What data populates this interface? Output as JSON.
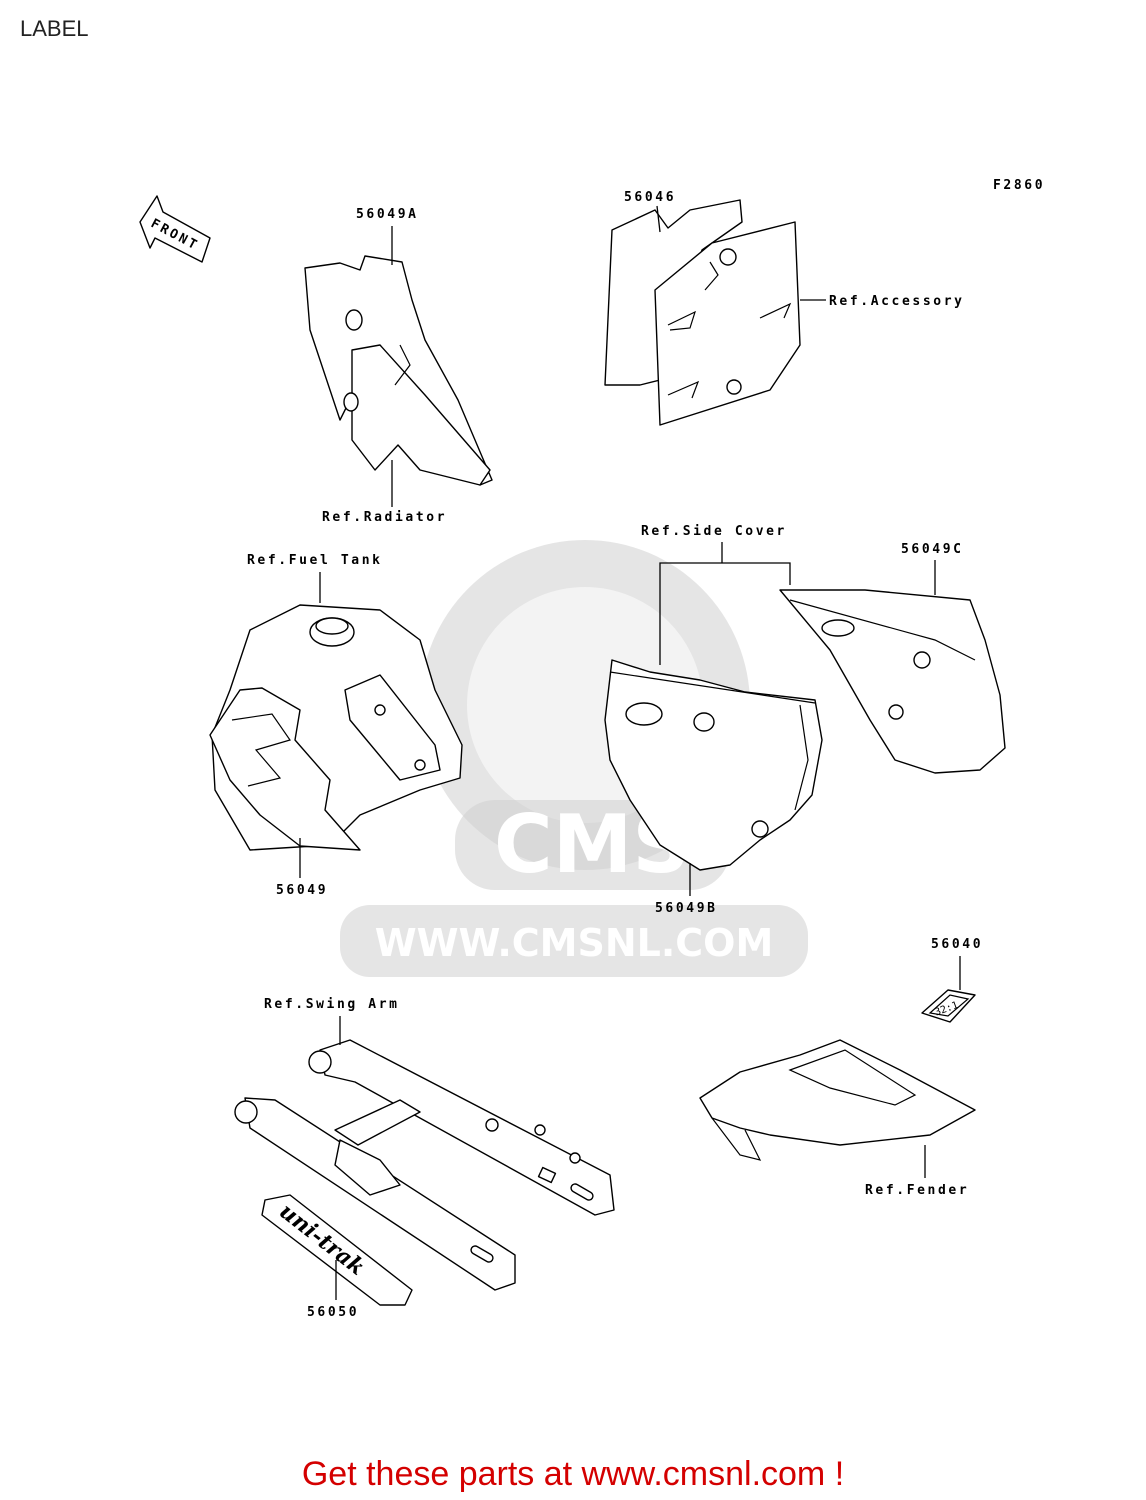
{
  "page": {
    "title": "LABEL"
  },
  "figure_code": "F2860",
  "front_arrow": "FRONT",
  "parts": [
    {
      "id": "p-56049A",
      "label": "56049A"
    },
    {
      "id": "p-56046",
      "label": "56046"
    },
    {
      "id": "p-56049C",
      "label": "56049C"
    },
    {
      "id": "p-56049",
      "label": "56049"
    },
    {
      "id": "p-56049B",
      "label": "56049B"
    },
    {
      "id": "p-56040",
      "label": "56040"
    },
    {
      "id": "p-56050",
      "label": "56050"
    }
  ],
  "refs": [
    {
      "id": "ref-accessory",
      "label": "Ref.Accessory"
    },
    {
      "id": "ref-radiator",
      "label": "Ref.Radiator"
    },
    {
      "id": "ref-fuel-tank",
      "label": "Ref.Fuel Tank"
    },
    {
      "id": "ref-side-cover",
      "label": "Ref.Side Cover"
    },
    {
      "id": "ref-swing-arm",
      "label": "Ref.Swing Arm"
    },
    {
      "id": "ref-fender",
      "label": "Ref.Fender"
    }
  ],
  "decals": {
    "uni_trak": "uni-trak",
    "small_label": "32:1"
  },
  "watermark": {
    "brand": "CMS",
    "url": "WWW.CMSNL.COM"
  },
  "footer": {
    "text": "Get these parts at www.cmsnl.com !"
  }
}
